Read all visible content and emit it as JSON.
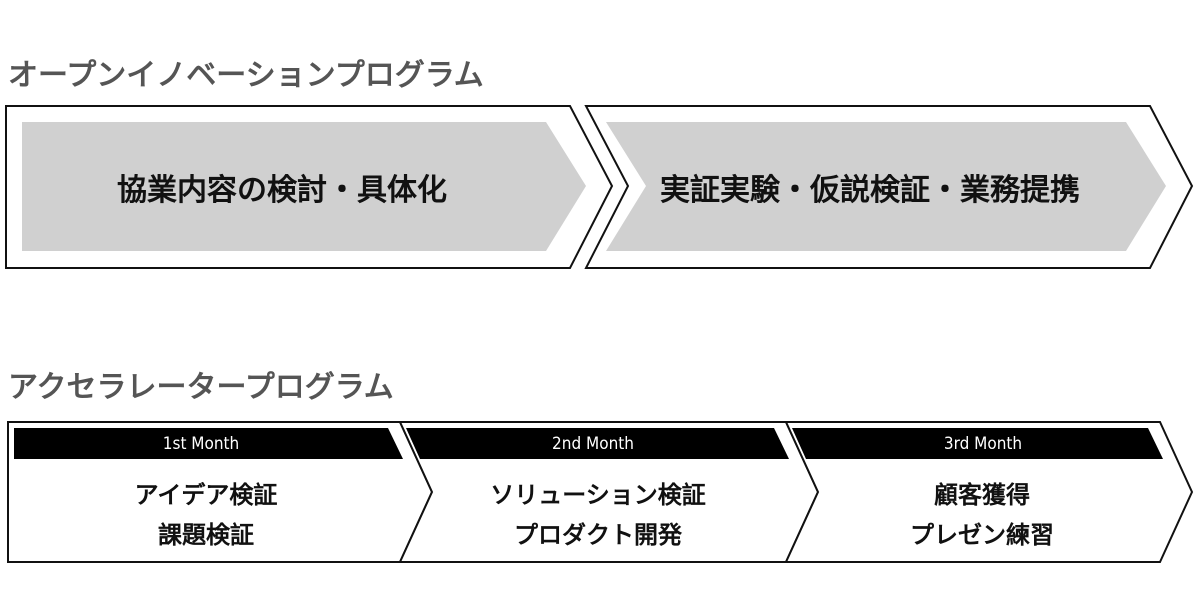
{
  "open_innovation": {
    "title": "オープンイノベーションプログラム",
    "stages": [
      {
        "label": "協業内容の検討・具体化"
      },
      {
        "label": "実証実験・仮説検証・業務提携"
      }
    ],
    "fill_color": "#d0d0d0",
    "outline_color": "#111111"
  },
  "accelerator": {
    "title": "アクセラレータープログラム",
    "stages": [
      {
        "month": "1st Month",
        "lines": [
          "アイデア検証",
          "課題検証"
        ]
      },
      {
        "month": "2nd Month",
        "lines": [
          "ソリューション検証",
          "プロダクト開発"
        ]
      },
      {
        "month": "3rd Month",
        "lines": [
          "顧客獲得",
          "プレゼン練習"
        ]
      }
    ],
    "banner_color": "#000000"
  },
  "title_color": "#555555"
}
